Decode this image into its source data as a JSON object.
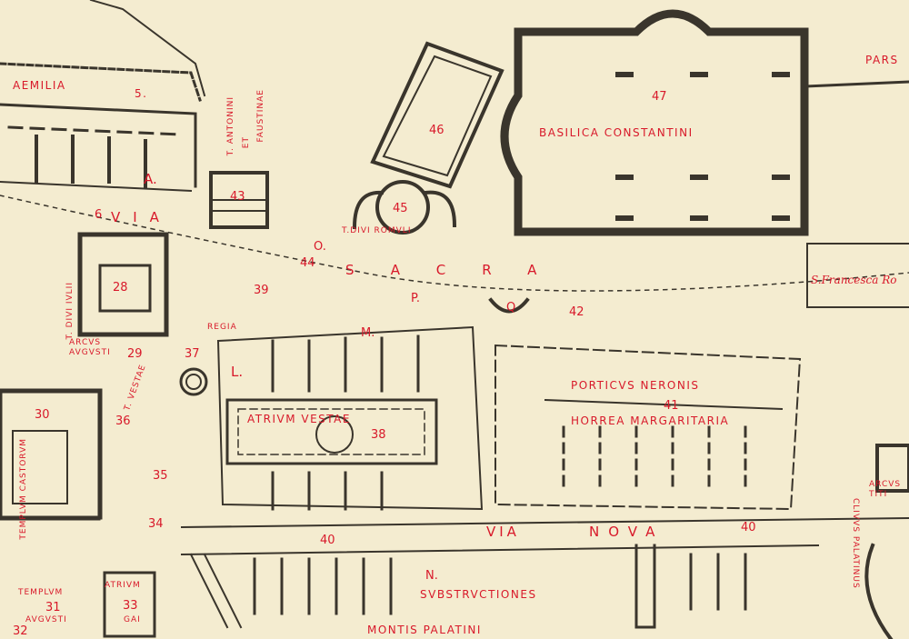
{
  "map": {
    "colors": {
      "paper": "#f4ecd0",
      "ink": "#3a352c",
      "label": "#d8192a"
    },
    "labels": {
      "aemilia": "AEMILIA",
      "num5": "5.",
      "t_antonini": "T. ANTONINI",
      "et": "ET",
      "faustinae": "FAUSTINAE",
      "num43": "43",
      "num46": "46",
      "num45": "45",
      "num47": "47",
      "basilica": "BASILICA   CONSTANTINI",
      "pars": "PARS",
      "a": "A.",
      "num6": "6",
      "via_top": "VIA",
      "t_divi_romuli": "T.DIVI ROMVLI",
      "o": "O.",
      "num44": "44",
      "sacra": "SACRA",
      "s_francesca": "S.Francesca Ro",
      "t_divi_iulii": "T. DIVI IVLII",
      "num28": "28",
      "regia": "REGIA",
      "num39": "39",
      "p": "P.",
      "q": "Q",
      "num42": "42",
      "m": "M.",
      "arcus_augusti": "ARCVS AVGVSTI",
      "num29": "29",
      "num37": "37",
      "t_vestae": "T. VESTAE",
      "l": "L.",
      "porticus": "PORTICVS   NERONIS",
      "num41": "41",
      "horrea": "HORREA  MARGARITARIA",
      "num30": "30",
      "templum_castorum": "TEMPLVM CASTORVM",
      "num36": "36",
      "atrium_vestae": "ATRIVM    VESTAE",
      "num38": "38",
      "num35": "35",
      "num34": "34",
      "arcus_titi": "ARCVS TITI",
      "clivus": "CLIVVS PALATINUS",
      "via_bottom": "VIA",
      "nova": "NOVA",
      "num40a": "40",
      "num40b": "40",
      "templum2": "TEMPLVM",
      "num31": "31",
      "augusti": "AVGVSTI",
      "num32": "32",
      "atrium_gai_1": "ATRIVM",
      "num33": "33",
      "gai": "GAI",
      "n": "N.",
      "substructiones": "SVBSTRVCTIONES",
      "montis": "MONTIS PALATINI"
    }
  }
}
